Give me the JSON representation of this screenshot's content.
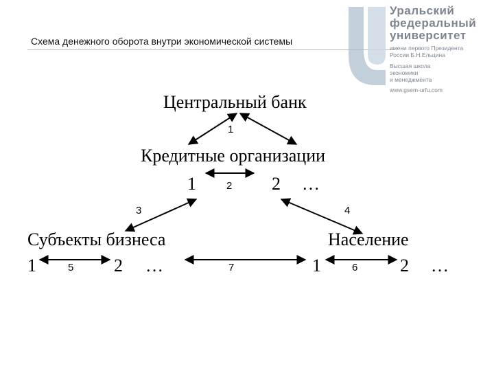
{
  "slide": {
    "title": "Схема денежного оборота внутри экономической системы"
  },
  "logo": {
    "lines": [
      "Уральский",
      "федеральный",
      "университет"
    ],
    "subtitle": [
      "имени первого Президента",
      "России Б.Н.Ельцина"
    ],
    "school": [
      "Высшая школа",
      "экономики",
      "и менеджмента"
    ],
    "url": "www.gsem-urfu.com"
  },
  "nodes": {
    "central_bank": "Центральный банк",
    "credit_orgs": "Кредитные организации",
    "business": "Субъекты бизнеса",
    "population": "Население"
  },
  "flows": {
    "f1": "1",
    "f2": "2",
    "f3": "3",
    "f4": "4",
    "f5": "5",
    "f6": "6",
    "f7": "7"
  },
  "members": {
    "credit_1": "1",
    "credit_2": "2",
    "credit_more": "…",
    "business_1": "1",
    "business_2": "2",
    "business_more": "…",
    "population_1": "1",
    "population_2": "2",
    "population_more": "…"
  },
  "colors": {
    "logo": "#7d8590",
    "logo_mark": "#a9bccd",
    "arrow": "#000000"
  }
}
